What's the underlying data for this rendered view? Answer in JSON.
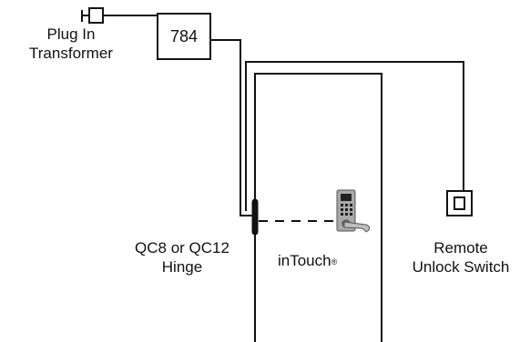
{
  "transformer": {
    "line1": "Plug In",
    "line2": "Transformer"
  },
  "controller": {
    "label": "784"
  },
  "hinge": {
    "line1": "QC8 or QC12",
    "line2": "Hinge"
  },
  "lock": {
    "label": "inTouch",
    "mark": "®"
  },
  "switch": {
    "line1": "Remote",
    "line2": "Unlock Switch"
  },
  "colors": {
    "line": "#111111",
    "lock_body": "#a9a9a9",
    "lock_dark": "#222222"
  }
}
